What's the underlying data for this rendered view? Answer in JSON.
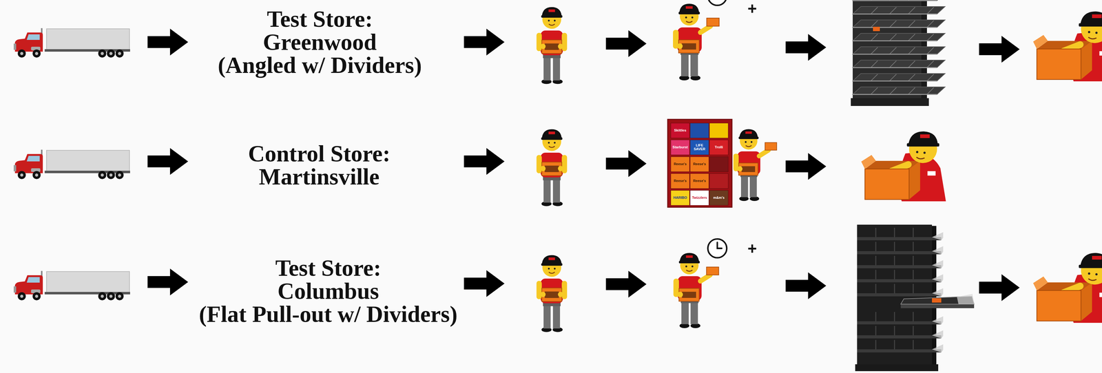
{
  "diagram": {
    "nodes": [
      {
        "text": [
          "Test Store:",
          "Greenwood",
          "(Angled w/ Dividers)"
        ]
      },
      {
        "text": [
          "Control Store:",
          "Martinsville"
        ]
      },
      {
        "text": [
          "Test Store:",
          "Columbus",
          "(Flat Pull-out w/ Dividers)"
        ]
      }
    ],
    "labels": [
      "+",
      "+",
      "Skittles",
      "Starburst",
      "LIFE SAVER",
      "Trolli",
      "Reese's",
      "Reese's",
      "Reese's",
      "Reese's",
      "HARIBO",
      "Twizzlers",
      "m&m's"
    ]
  }
}
